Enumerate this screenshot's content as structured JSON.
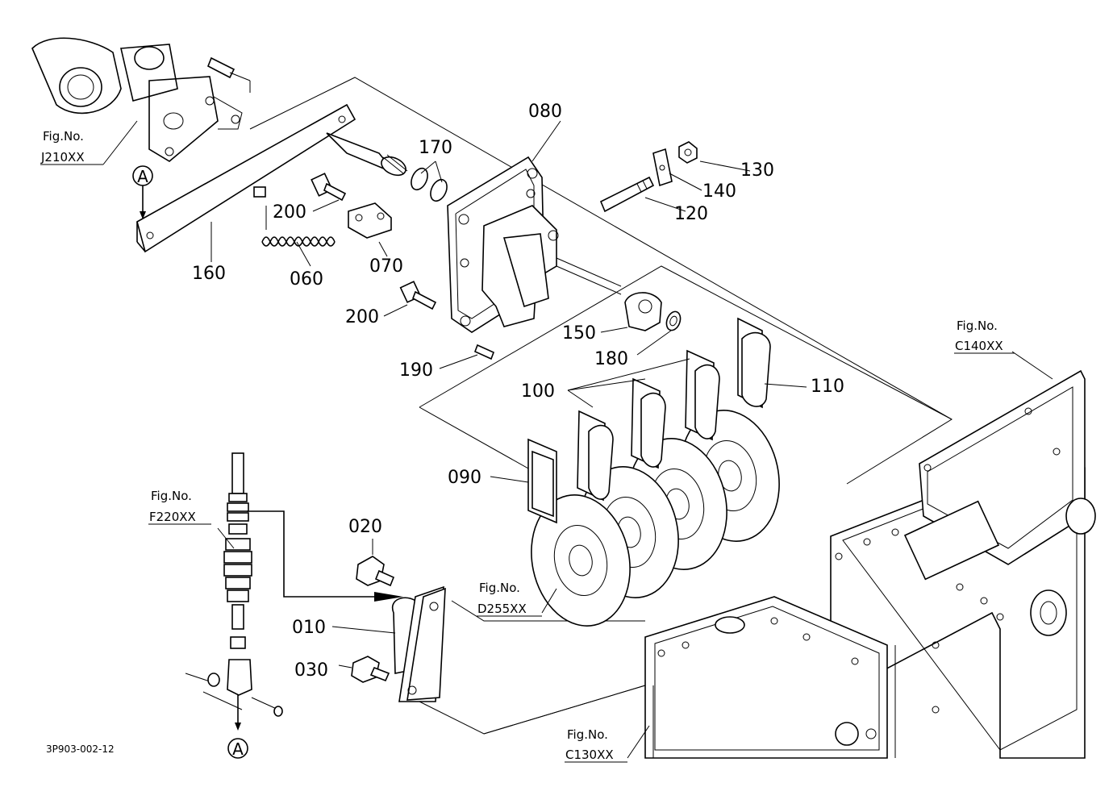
{
  "drawing_code": "3P903-002-12",
  "callout_marker": "A",
  "parts": [
    {
      "no": "010"
    },
    {
      "no": "020"
    },
    {
      "no": "030"
    },
    {
      "no": "060"
    },
    {
      "no": "070"
    },
    {
      "no": "080"
    },
    {
      "no": "090"
    },
    {
      "no": "100"
    },
    {
      "no": "110"
    },
    {
      "no": "120"
    },
    {
      "no": "130"
    },
    {
      "no": "140"
    },
    {
      "no": "150"
    },
    {
      "no": "160"
    },
    {
      "no": "170"
    },
    {
      "no": "180"
    },
    {
      "no": "190"
    },
    {
      "no": "200"
    }
  ],
  "figure_refs": [
    {
      "prefix": "Fig.No.",
      "code": "J210XX"
    },
    {
      "prefix": "Fig.No.",
      "code": "F220XX"
    },
    {
      "prefix": "Fig.No.",
      "code": "D255XX"
    },
    {
      "prefix": "Fig.No.",
      "code": "C130XX"
    },
    {
      "prefix": "Fig.No.",
      "code": "C140XX"
    }
  ]
}
